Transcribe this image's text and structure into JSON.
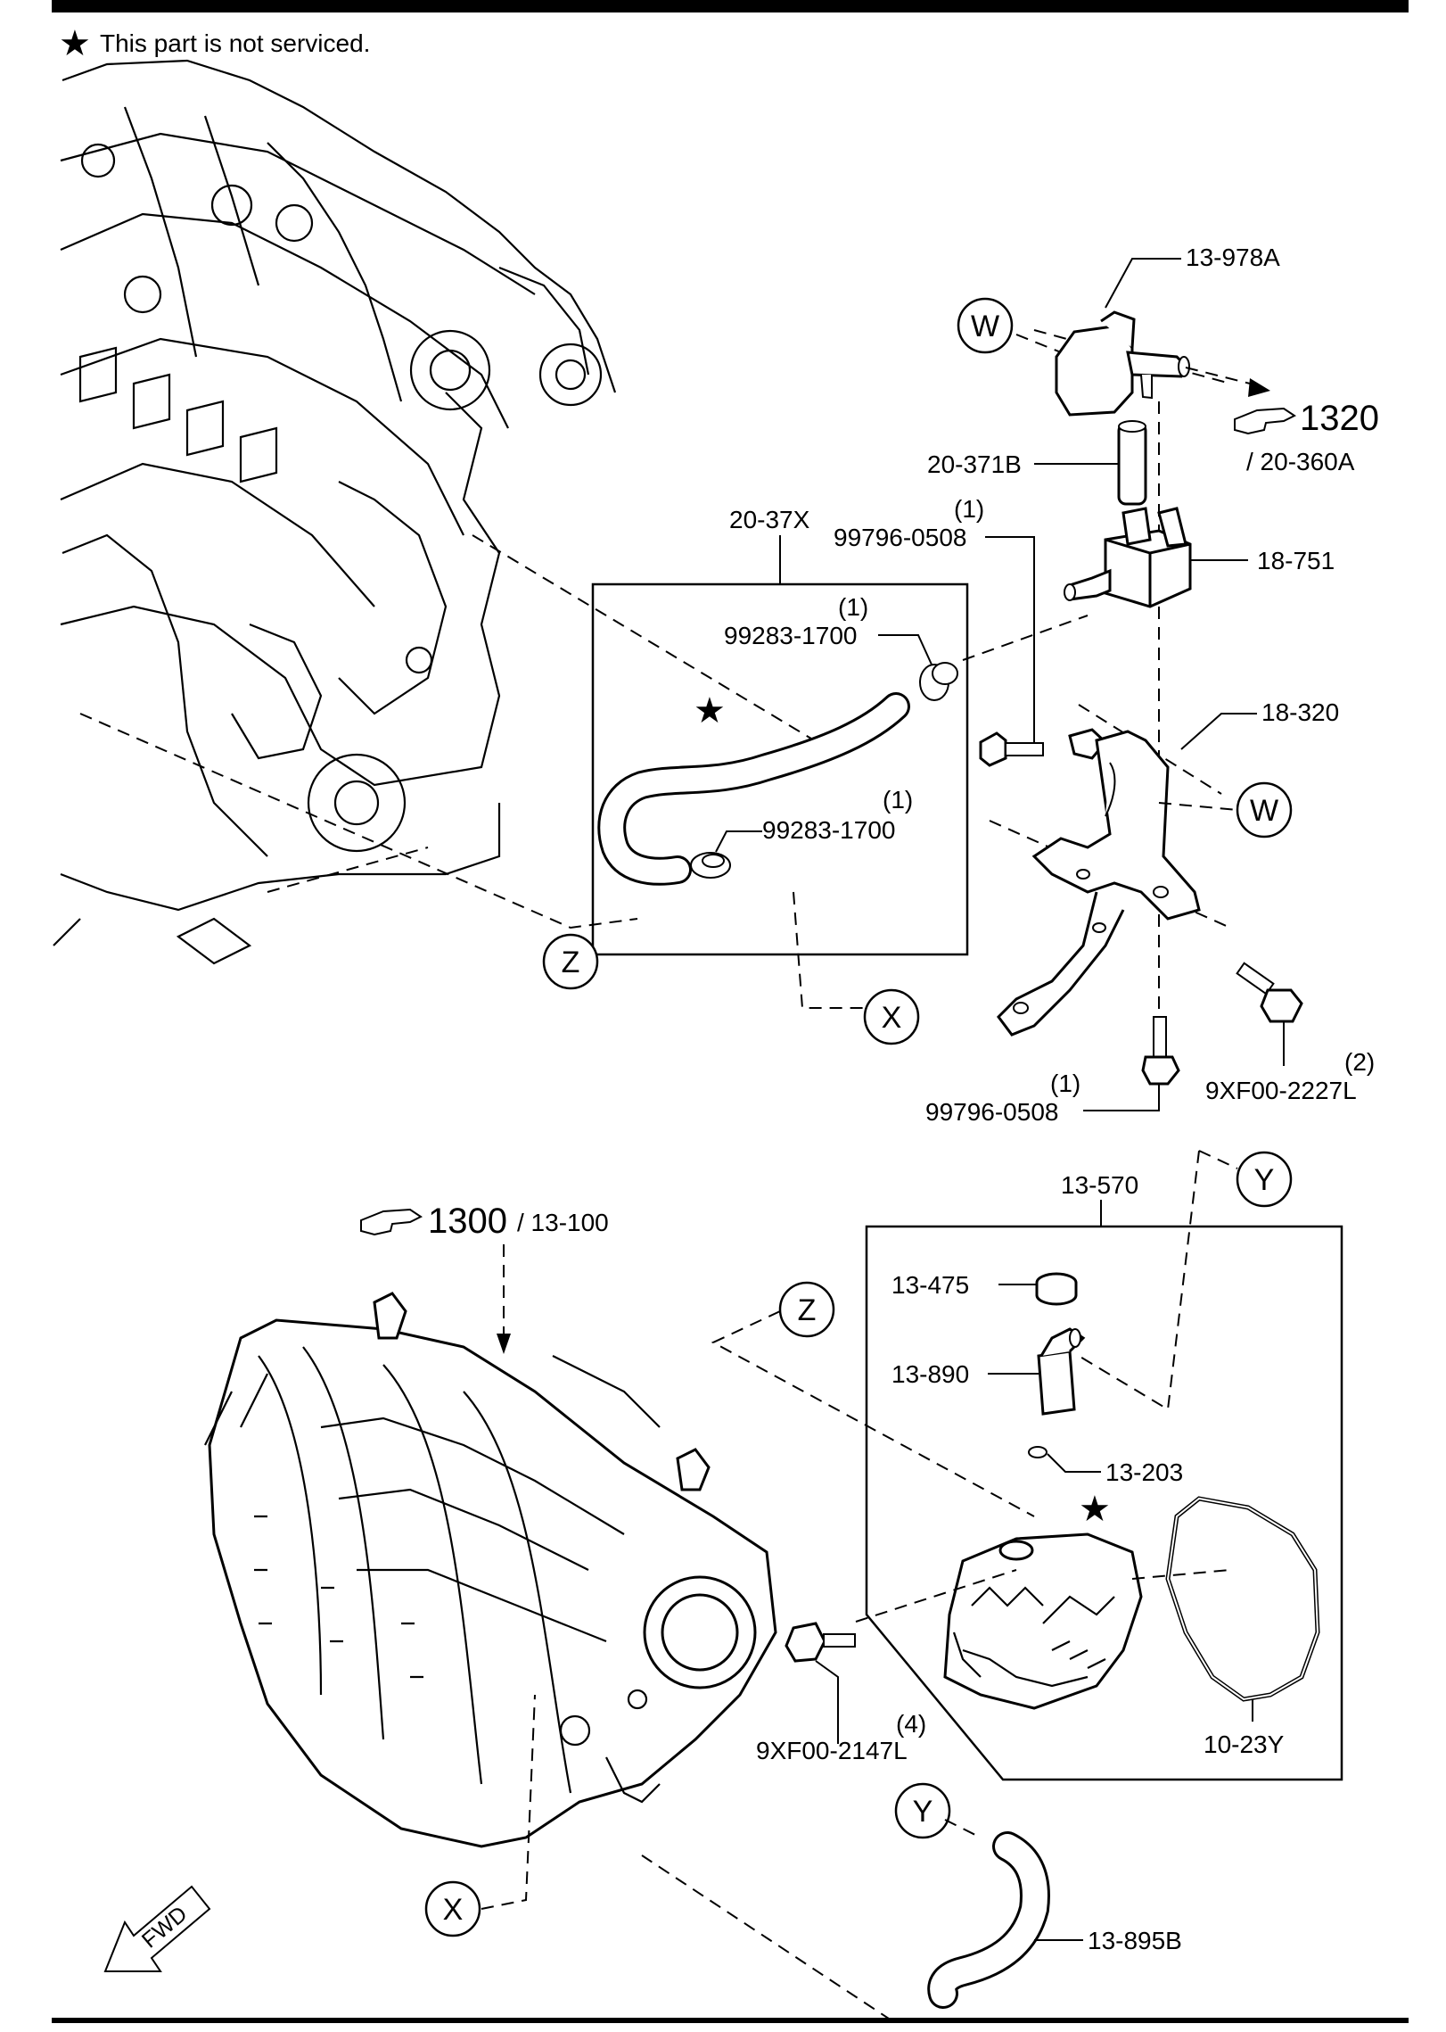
{
  "notice": {
    "star": "★",
    "text": "This part is not serviced."
  },
  "callouts": {
    "W": "W",
    "X": "X",
    "Y": "Y",
    "Z": "Z"
  },
  "labels": {
    "p13_978A": "13-978A",
    "ref1320": "1320",
    "ref20_360A": "/ 20-360A",
    "p20_371B": "20-371B",
    "p20_37X": "20-37X",
    "q_99796_a": "(1)",
    "p99796_0508_a": "99796-0508",
    "p18_751": "18-751",
    "q_99283_a": "(1)",
    "p99283_1700_a": "99283-1700",
    "p18_320": "18-320",
    "q_99283_b": "(1)",
    "p99283_1700_b": "99283-1700",
    "q_9XF00_2227L": "(2)",
    "p9XF00_2227L": "9XF00-2227L",
    "q_99796_b": "(1)",
    "p99796_0508_b": "99796-0508",
    "p13_570": "13-570",
    "ref1300": "1300",
    "ref13_100": "/ 13-100",
    "p13_475": "13-475",
    "p13_890": "13-890",
    "p13_203": "13-203",
    "q_9XF00_2147L": "(4)",
    "p9XF00_2147L": "9XF00-2147L",
    "p10_23Y": "10-23Y",
    "p13_895B": "13-895B",
    "fwd": "FWD",
    "star_a": "★",
    "star_b": "★"
  },
  "icons": [
    "pointing-hand-icon",
    "fwd-arrow-icon",
    "star-icon"
  ]
}
